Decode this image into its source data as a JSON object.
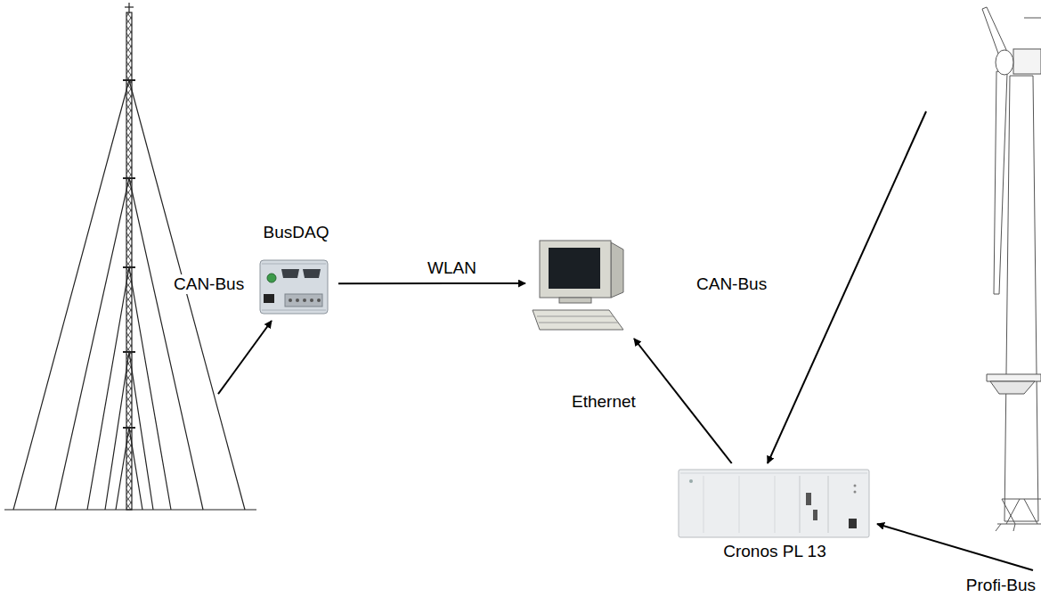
{
  "diagram": {
    "nodes": [
      {
        "text": []
      },
      {
        "text": [
          "BusDAQ"
        ]
      },
      {
        "text": []
      },
      {
        "text": [
          "Cronos PL 13"
        ]
      },
      {
        "text": []
      }
    ],
    "edges": [
      {
        "from": 0,
        "to": 1,
        "arrow": "to",
        "label": "CAN-Bus"
      },
      {
        "from": 1,
        "to": 2,
        "arrow": "to",
        "label": "WLAN"
      },
      {
        "from": 4,
        "to": 3,
        "arrow": "to",
        "label": "CAN-Bus"
      },
      {
        "from": 3,
        "to": 2,
        "arrow": "to",
        "label": "Ethernet"
      },
      {
        "from": 4,
        "to": 3,
        "arrow": "to",
        "label": "Profi-Bus"
      }
    ]
  }
}
